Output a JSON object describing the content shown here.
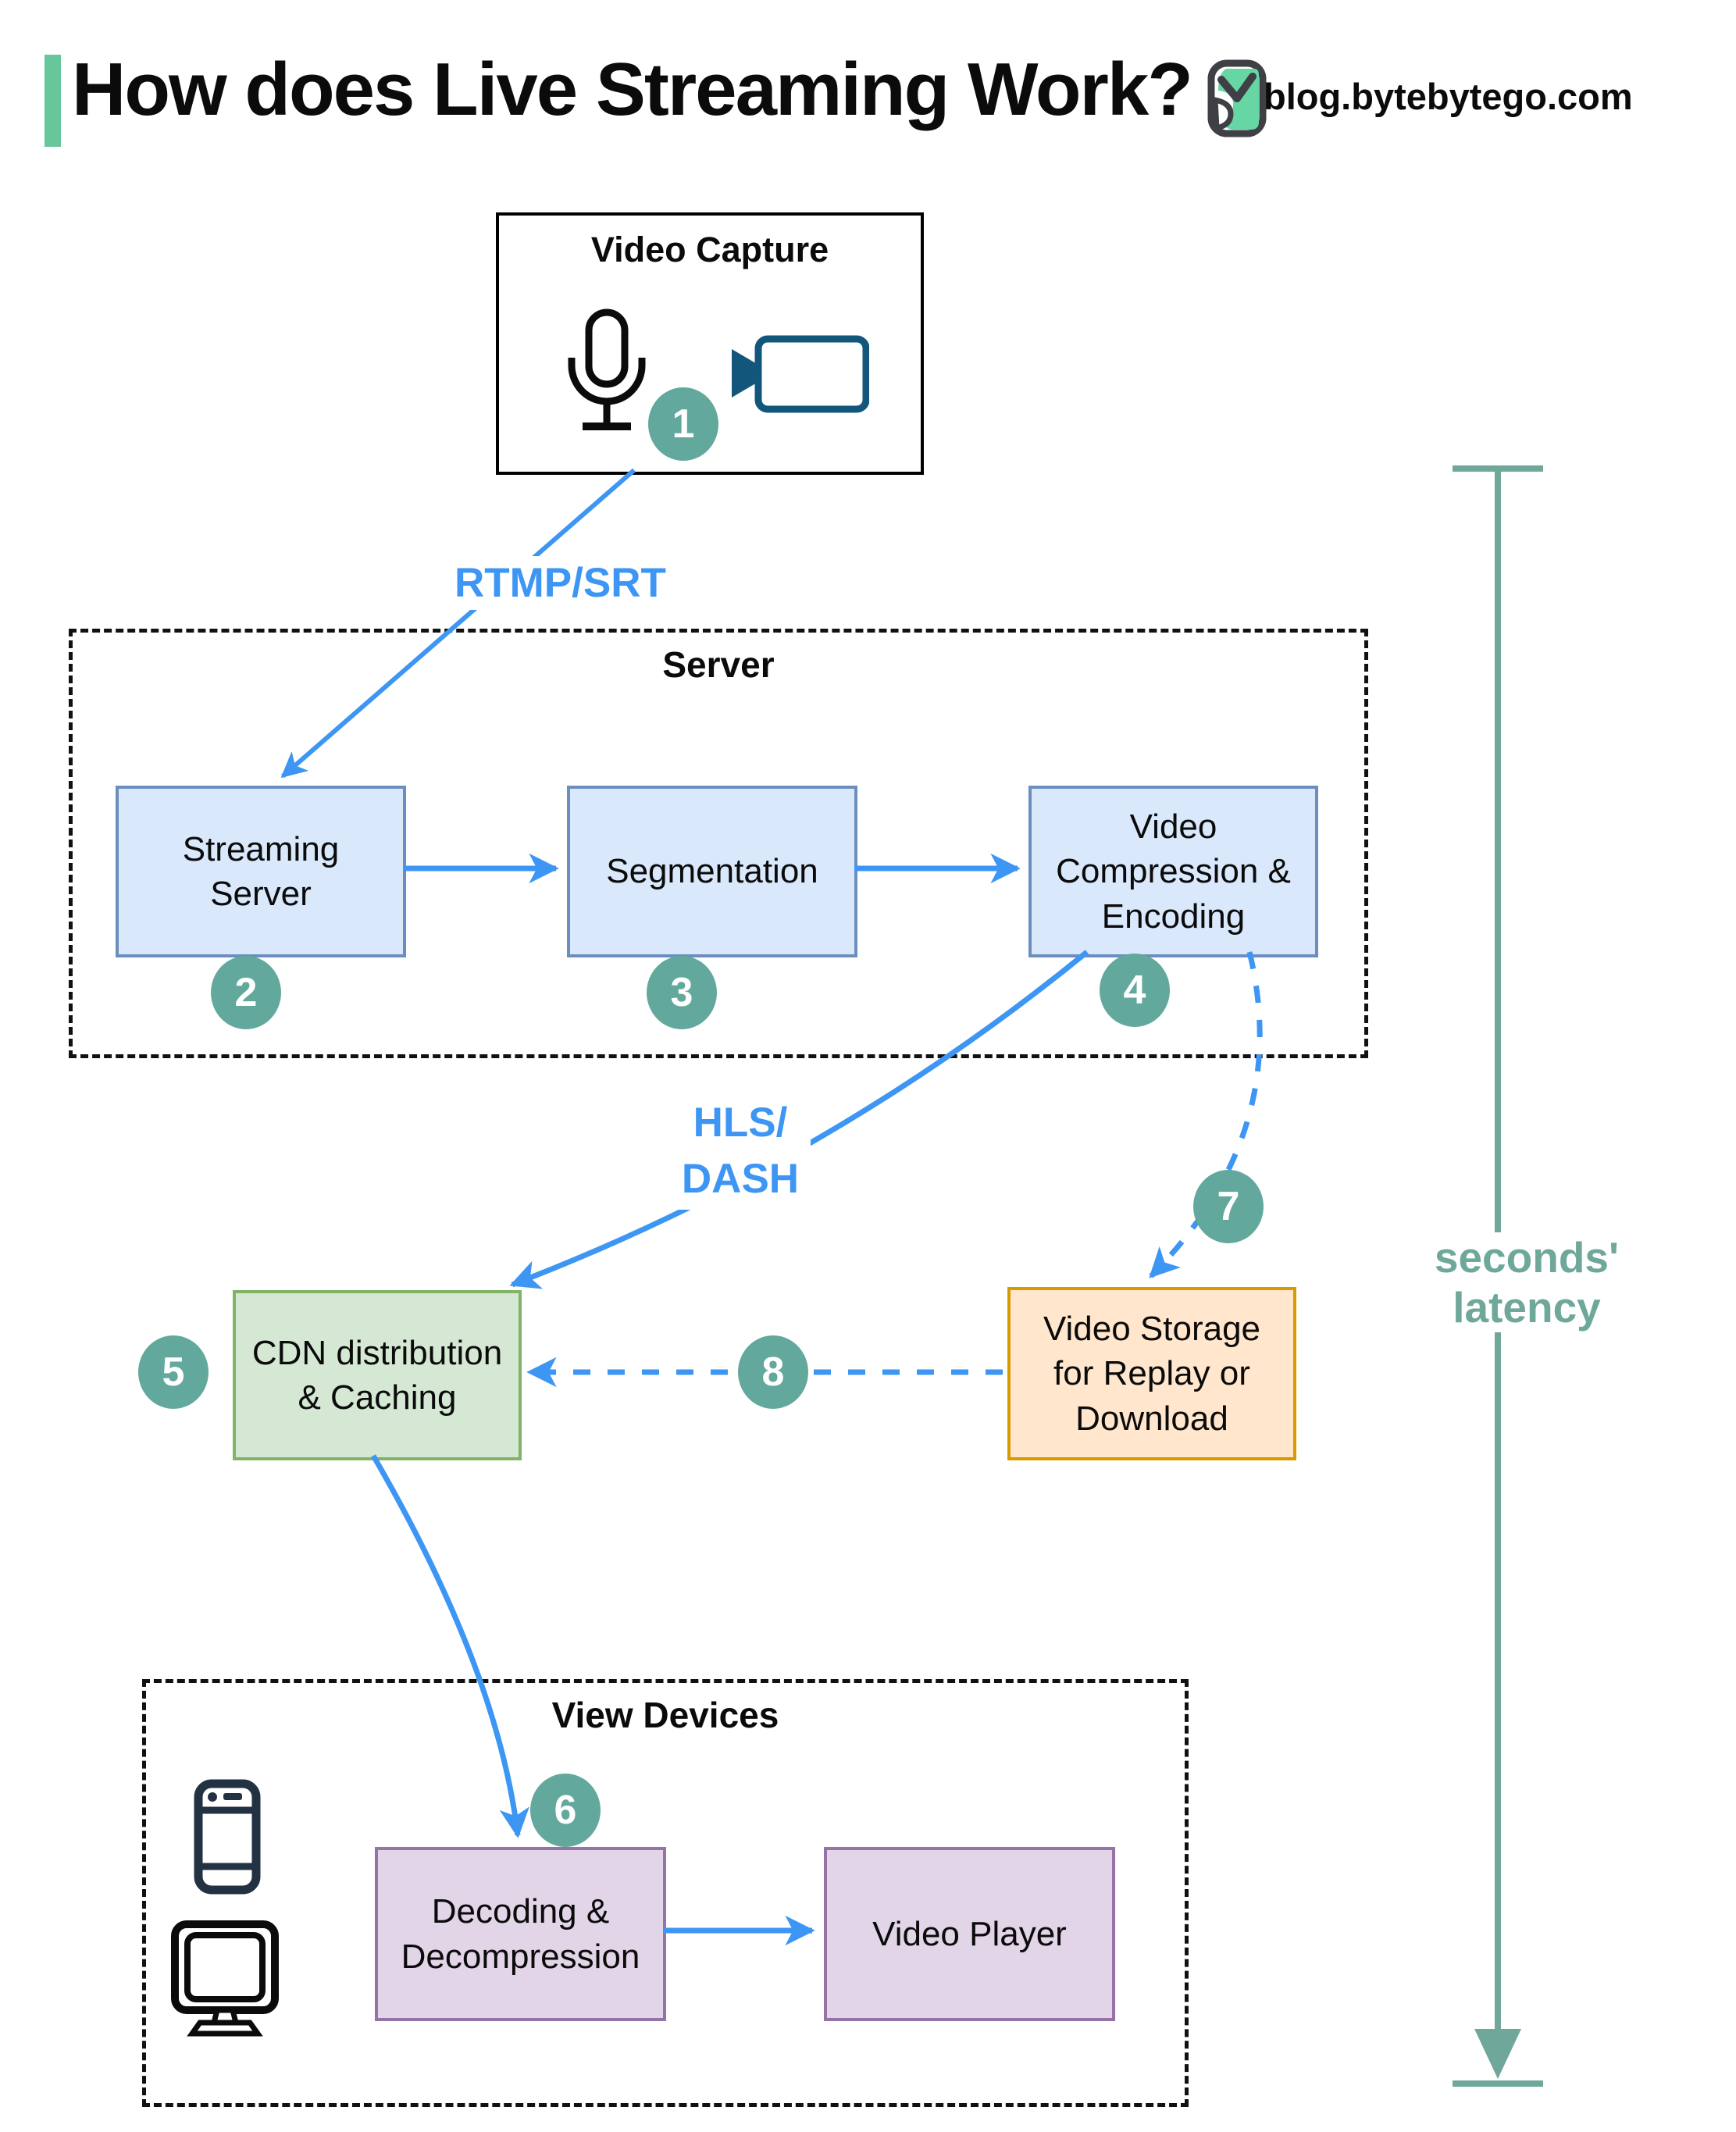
{
  "header": {
    "title": "How does Live Streaming Work?",
    "site": "blog.bytebytego.com"
  },
  "groups": {
    "server": "Server",
    "view_devices": "View Devices"
  },
  "nodes": {
    "video_capture": "Video Capture",
    "streaming_server": "Streaming\nServer",
    "segmentation": "Segmentation",
    "video_compression": "Video\nCompression &\nEncoding",
    "cdn": "CDN distribution\n& Caching",
    "video_storage": "Video Storage\nfor Replay or\nDownload",
    "decoding": "Decoding &\nDecompression",
    "video_player": "Video Player"
  },
  "edge_labels": {
    "rtmp": "RTMP/SRT",
    "hls": "HLS/\nDASH",
    "latency": "seconds' latency"
  },
  "badges": {
    "b1": "1",
    "b2": "2",
    "b3": "3",
    "b4": "4",
    "b5": "5",
    "b6": "6",
    "b7": "7",
    "b8": "8"
  },
  "icons": {
    "logo": "bytebytego-logo",
    "microphone": "microphone-icon",
    "camera": "video-camera-icon",
    "phone": "smartphone-icon",
    "monitor": "monitor-icon"
  },
  "colors": {
    "accent_green": "#67C79A",
    "badge_teal": "#63A89C",
    "latency_teal": "#6FA89B",
    "arrow_blue": "#3E96F4",
    "blue_node_fill": "#DAE8FC",
    "blue_node_border": "#6C8EBF",
    "green_node_fill": "#D5E8D4",
    "green_node_border": "#82B366",
    "orange_node_fill": "#FFE6CC",
    "orange_node_border": "#D79B00",
    "purple_node_fill": "#E1D5E7",
    "purple_node_border": "#9673A6",
    "camera_icon": "#12577B",
    "phone_icon": "#233243"
  }
}
